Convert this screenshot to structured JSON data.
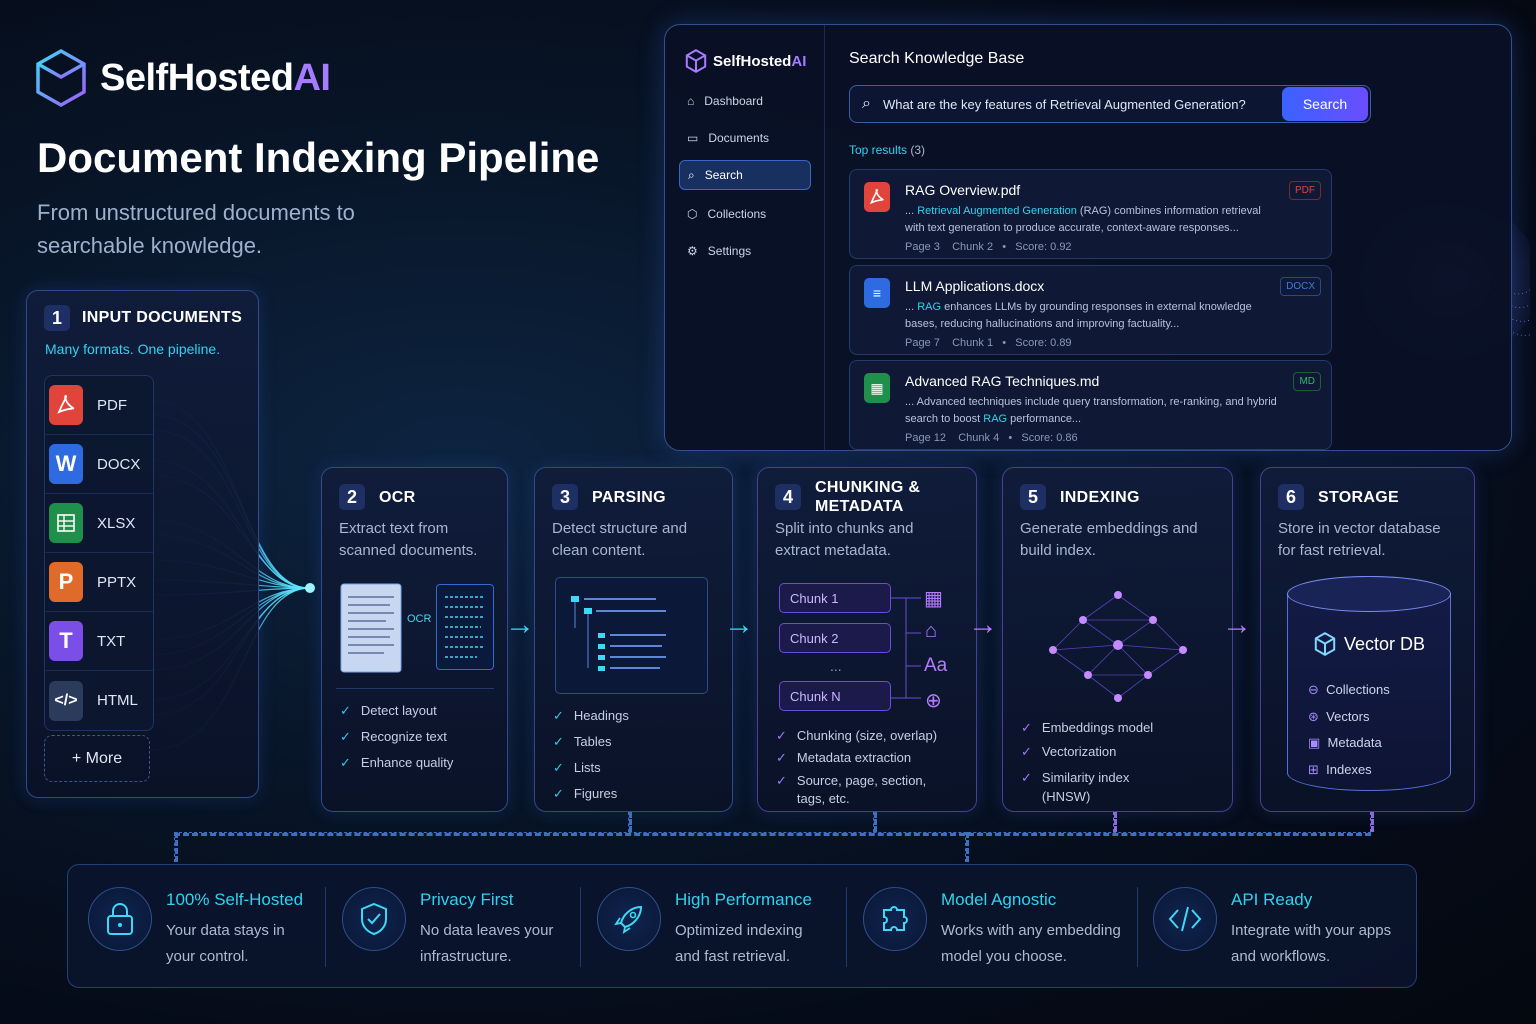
{
  "brand": {
    "name": "SelfHosted",
    "ai": "AI"
  },
  "title": "Document Indexing Pipeline",
  "subtitle": "From unstructured documents to searchable knowledge.",
  "input": {
    "num": "1",
    "title": "INPUT DOCUMENTS",
    "tagline": "Many formats. One pipeline.",
    "formats": [
      {
        "label": "PDF",
        "icon": "pdf-icon",
        "color": "#e0443a"
      },
      {
        "label": "DOCX",
        "icon": "word-icon",
        "color": "#2f6be0"
      },
      {
        "label": "XLSX",
        "icon": "excel-icon",
        "color": "#1f8f4c"
      },
      {
        "label": "PPTX",
        "icon": "powerpoint-icon",
        "color": "#e06a2a"
      },
      {
        "label": "TXT",
        "icon": "text-icon",
        "color": "#7c4ee8"
      },
      {
        "label": "HTML",
        "icon": "code-icon",
        "color": "#2a3b5c"
      }
    ],
    "more": "+ More"
  },
  "app": {
    "brand": "SelfHosted",
    "brand_ai": "AI",
    "nav": [
      "Dashboard",
      "Documents",
      "Search",
      "Collections",
      "Settings"
    ],
    "active_nav": "Search",
    "heading": "Search Knowledge Base",
    "query": "What are the key features of Retrieval Augmented Generation?",
    "search_button": "Search",
    "results_label": "Top results",
    "results_count": "(3)",
    "results": [
      {
        "title": "RAG Overview.pdf",
        "badge": "PDF",
        "badge_color": "#e0443a",
        "snip_pre": "... ",
        "snip_hl": "Retrieval Augmented Generation",
        "snip_post": " (RAG) combines information retrieval with text generation to produce accurate, context-aware responses...",
        "page": "Page 3",
        "chunk": "Chunk 2",
        "score": "Score: 0.92"
      },
      {
        "title": "LLM Applications.docx",
        "badge": "DOCX",
        "badge_color": "#3b7bea",
        "snip_pre": "... ",
        "snip_hl": "RAG",
        "snip_post": " enhances LLMs by grounding responses in external knowledge bases, reducing hallucinations and improving factuality...",
        "page": "Page 7",
        "chunk": "Chunk 1",
        "score": "Score: 0.89"
      },
      {
        "title": "Advanced RAG Techniques.md",
        "badge": "MD",
        "badge_color": "#2bb866",
        "snip_pre": "... Advanced techniques include query transformation, re-ranking, and hybrid search to boost ",
        "snip_hl": "RAG",
        "snip_post": " performance...",
        "page": "Page 12",
        "chunk": "Chunk 4",
        "score": "Score: 0.86"
      }
    ]
  },
  "steps": [
    {
      "num": "2",
      "title": "OCR",
      "desc": "Extract text from scanned documents.",
      "checks": [
        "Detect layout",
        "Recognize text",
        "Enhance quality"
      ],
      "ocr_label": "OCR"
    },
    {
      "num": "3",
      "title": "PARSING",
      "desc": "Detect structure and clean content.",
      "checks": [
        "Headings",
        "Tables",
        "Lists",
        "Figures"
      ]
    },
    {
      "num": "4",
      "title": "CHUNKING & METADATA",
      "desc": "Split into chunks and extract metadata.",
      "checks": [
        "Chunking (size, overlap)",
        "Metadata extraction",
        "Source, page, section, tags, etc."
      ],
      "chunks": [
        "Chunk 1",
        "Chunk 2",
        "...",
        "Chunk N"
      ],
      "font_glyph": "Aa"
    },
    {
      "num": "5",
      "title": "INDEXING",
      "desc": "Generate embeddings and build index.",
      "checks": [
        "Embeddings model",
        "Vectorization",
        "Similarity index (HNSW)"
      ]
    },
    {
      "num": "6",
      "title": "STORAGE",
      "desc": "Store in vector database for fast retrieval.",
      "db_title": "Vector DB",
      "db_items": [
        "Collections",
        "Vectors",
        "Metadata",
        "Indexes"
      ]
    }
  ],
  "features": [
    {
      "icon": "lock-icon",
      "title": "100% Self-Hosted",
      "desc": "Your data stays in your control."
    },
    {
      "icon": "shield-check-icon",
      "title": "Privacy First",
      "desc": "No data leaves your infrastructure."
    },
    {
      "icon": "rocket-icon",
      "title": "High Performance",
      "desc": "Optimized indexing and fast retrieval."
    },
    {
      "icon": "puzzle-icon",
      "title": "Model Agnostic",
      "desc": "Works with any embedding model you choose."
    },
    {
      "icon": "code-icon",
      "title": "API Ready",
      "desc": "Integrate with your apps and workflows."
    }
  ]
}
